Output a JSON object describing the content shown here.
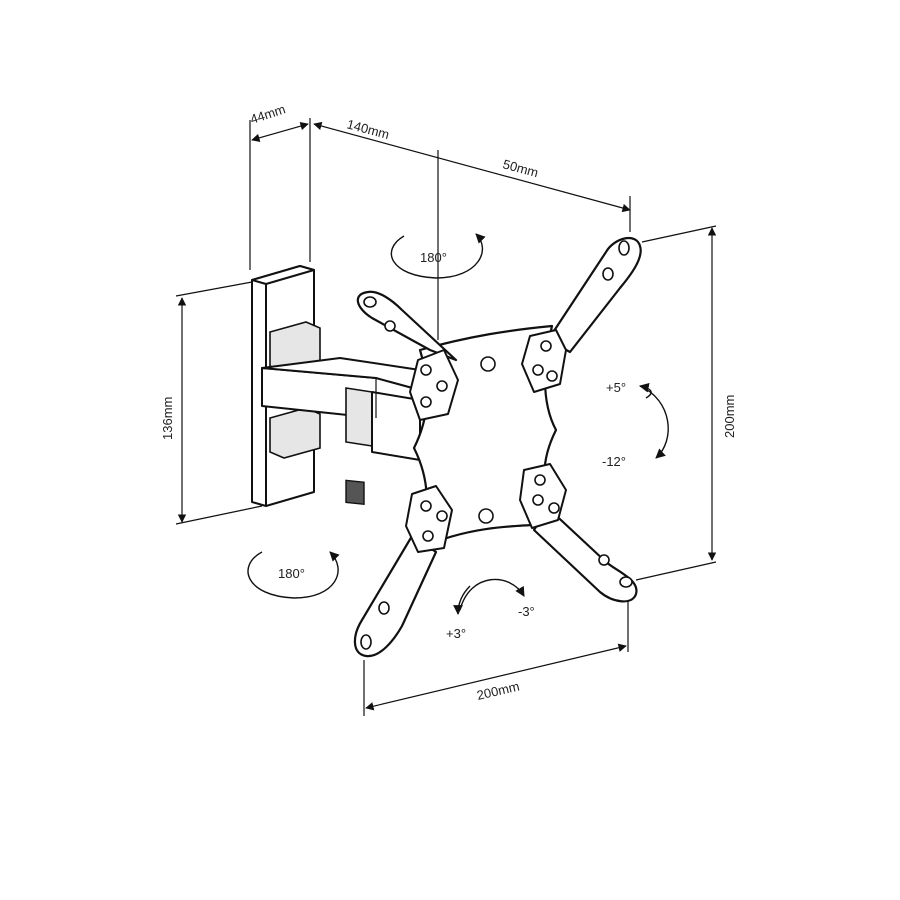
{
  "dimensions": {
    "wall_plate_depth": "44mm",
    "arm_extension": "140mm",
    "arm_offset": "50mm",
    "wall_plate_height": "136mm",
    "vesa_height": "200mm",
    "vesa_width": "200mm"
  },
  "rotations": {
    "swivel_top": "180°",
    "swivel_bottom": "180°",
    "tilt_up": "+5°",
    "tilt_down": "-12°",
    "level_plus": "+3°",
    "level_minus": "-3°"
  }
}
